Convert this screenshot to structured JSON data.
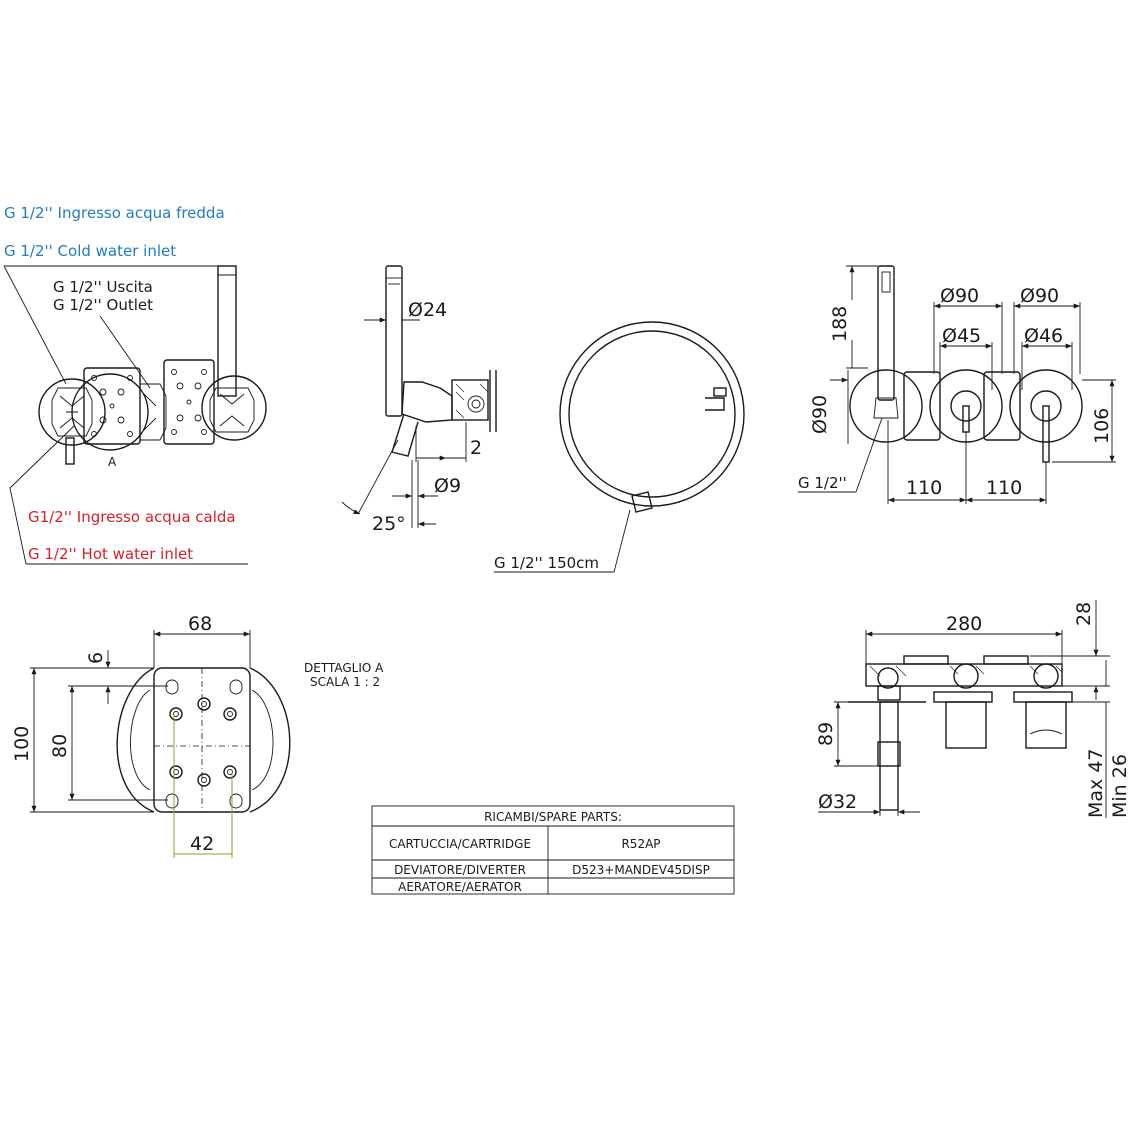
{
  "labels": {
    "cold_it": "G 1/2'' Ingresso acqua fredda",
    "cold_en": "G 1/2'' Cold water inlet",
    "outlet_it": "G 1/2'' Uscita",
    "outlet_en": "G 1/2'' Outlet",
    "hot_it": "G1/2'' Ingresso acqua calda",
    "hot_en": "G 1/2'' Hot water inlet",
    "detail_marker": "A",
    "hose": "G 1/2'' 150cm",
    "front_thread": "G 1/2''",
    "detail_title": "DETTAGLIO A",
    "detail_scale": "SCALA 1 : 2"
  },
  "dims": {
    "d24": "Ø24",
    "d2": "2",
    "d9": "Ø9",
    "a25": "25°",
    "d188": "188",
    "d90a": "Ø90",
    "d90b": "Ø90",
    "d90c": "Ø90",
    "d45": "Ø45",
    "d46": "Ø46",
    "d106": "106",
    "d110a": "110",
    "d110b": "110",
    "d68": "68",
    "d6": "6",
    "d100": "100",
    "d80": "80",
    "d42": "42",
    "d280": "280",
    "d28": "28",
    "d89": "89",
    "d32": "Ø32",
    "max47": "Max 47",
    "min26": "Min 26"
  },
  "spare_parts": {
    "title": "RICAMBI/SPARE PARTS:",
    "rows": [
      {
        "part": "CARTUCCIA/CARTRIDGE",
        "code": "R52AP"
      },
      {
        "part": "DEVIATORE/DIVERTER",
        "code": "D523+MANDEV45DISP"
      },
      {
        "part": "AERATORE/AERATOR",
        "code": ""
      }
    ]
  },
  "colors": {
    "cold_label": "#1f7bc4",
    "hot_label": "#d4202a",
    "line": "#1a1a1a"
  }
}
